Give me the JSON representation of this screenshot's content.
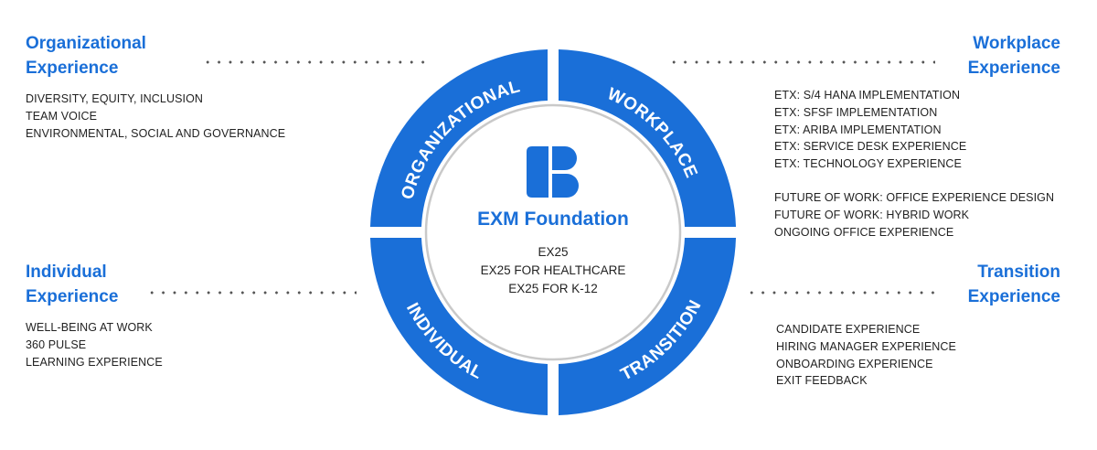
{
  "colors": {
    "accent": "#1a6fd8",
    "text": "#222222",
    "dots": "#555555",
    "ring_outline": "#c9c9c9"
  },
  "center": {
    "icon": "exm-logo-icon",
    "title": "EXM Foundation",
    "items": [
      "EX25",
      "EX25 FOR HEALTHCARE",
      "EX25 FOR K-12"
    ]
  },
  "wheel": {
    "segments": [
      {
        "label": "ORGANIZATIONAL"
      },
      {
        "label": "WORKPLACE"
      },
      {
        "label": "TRANSITION"
      },
      {
        "label": "INDIVIDUAL"
      }
    ]
  },
  "sections": {
    "organizational": {
      "title_line1": "Organizational",
      "title_line2": "Experience",
      "items": [
        "DIVERSITY, EQUITY, INCLUSION",
        "TEAM VOICE",
        "ENVIRONMENTAL, SOCIAL AND GOVERNANCE"
      ]
    },
    "workplace": {
      "title_line1": "Workplace",
      "title_line2": "Experience",
      "items": [
        "ETX: S/4 HANA IMPLEMENTATION",
        "ETX: SFSF IMPLEMENTATION",
        "ETX: ARIBA IMPLEMENTATION",
        "ETX: SERVICE DESK EXPERIENCE",
        "ETX: TECHNOLOGY EXPERIENCE"
      ],
      "items2": [
        "FUTURE OF WORK: OFFICE EXPERIENCE DESIGN",
        "FUTURE OF WORK: HYBRID WORK",
        "ONGOING OFFICE EXPERIENCE"
      ]
    },
    "individual": {
      "title_line1": "Individual",
      "title_line2": "Experience",
      "items": [
        "WELL-BEING AT WORK",
        "360 PULSE",
        "LEARNING EXPERIENCE"
      ]
    },
    "transition": {
      "title_line1": "Transition",
      "title_line2": "Experience",
      "items": [
        "CANDIDATE EXPERIENCE",
        "HIRING MANAGER EXPERIENCE",
        "ONBOARDING EXPERIENCE",
        "EXIT FEEDBACK"
      ]
    }
  }
}
